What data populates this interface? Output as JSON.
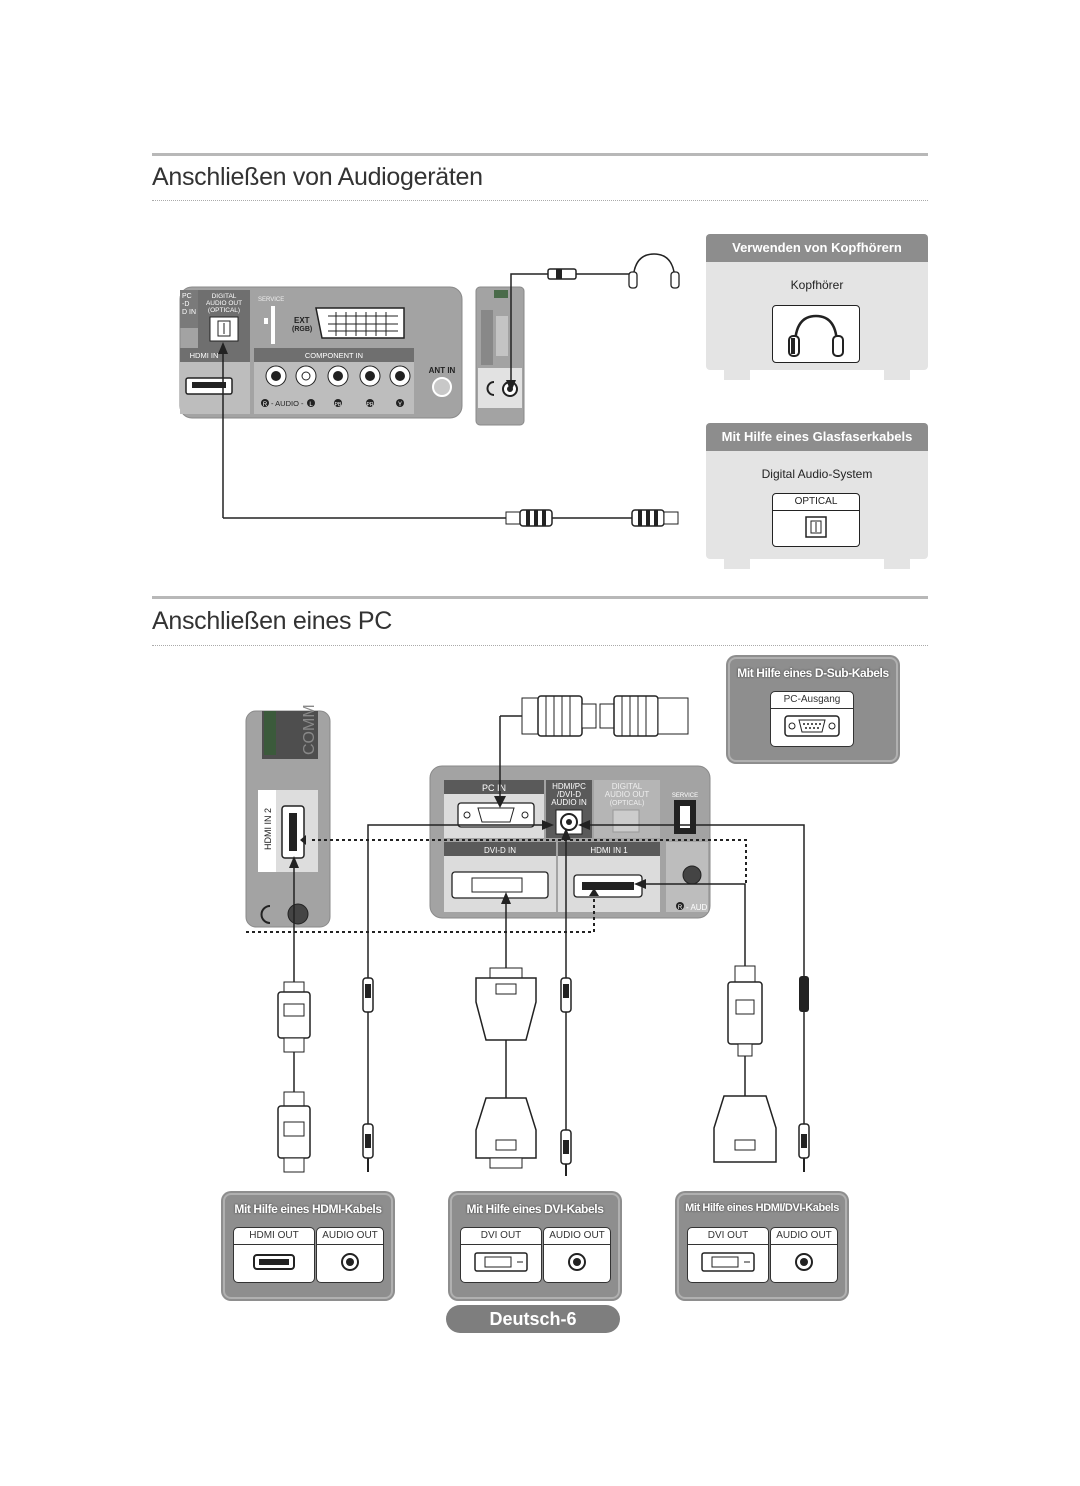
{
  "sections": {
    "audio_title": "Anschließen von Audiogeräten",
    "pc_title": "Anschließen eines PC"
  },
  "headphone_panel": {
    "title": "Verwenden von Kopfhörern",
    "label": "Kopfhörer"
  },
  "optical_panel": {
    "title": "Mit Hilfe eines Glasfaserkabels",
    "label": "Digital Audio-System",
    "port": "OPTICAL"
  },
  "tv_back_audio": {
    "digital_audio_out": [
      "DIGITAL",
      "AUDIO OUT",
      "(OPTICAL)"
    ],
    "left_cut": [
      "PC",
      "-D",
      "D IN"
    ],
    "service": "SERVICE",
    "ext": [
      "EXT",
      "(RGB)"
    ],
    "hdmi_in": "HDMI IN",
    "component_in": "COMPONENT IN",
    "ant_in": "ANT IN",
    "audio_row": [
      "R",
      "- AUDIO -",
      "L",
      "PB",
      "PR",
      "Y"
    ]
  },
  "tv_back_pc": {
    "pc_in": "PC IN",
    "hdmi_pc_audio": [
      "HDMI/PC",
      "/DVI-D",
      "AUDIO IN"
    ],
    "digital_audio_out": [
      "DIGITAL",
      "AUDIO OUT",
      "(OPTICAL)"
    ],
    "service": "SERVICE",
    "dvi_d_in": "DVI-D IN",
    "hdmi_in_1": "HDMI IN 1",
    "audio_cut": [
      "R",
      "- AUD"
    ],
    "side_hdmi_in_2": "HDMI IN 2",
    "side_comm": "COMM"
  },
  "dsub_panel": {
    "title": "Mit Hilfe eines D-Sub-Kabels",
    "port": "PC-Ausgang"
  },
  "bottom_panels": [
    {
      "title": "Mit Hilfe eines HDMI-Kabels",
      "port1": "HDMI OUT",
      "port2": "AUDIO OUT"
    },
    {
      "title": "Mit Hilfe eines DVI-Kabels",
      "port1": "DVI OUT",
      "port2": "AUDIO OUT"
    },
    {
      "title": "Mit Hilfe eines HDMI/DVI-Kabels",
      "port1": "DVI OUT",
      "port2": "AUDIO OUT"
    }
  ],
  "footer": {
    "page": "Deutsch-6"
  },
  "colors": {
    "panel_gray": "#8e8e8e",
    "light_panel": "#e4e4e4",
    "tv_gray": "#a3a3a3"
  }
}
